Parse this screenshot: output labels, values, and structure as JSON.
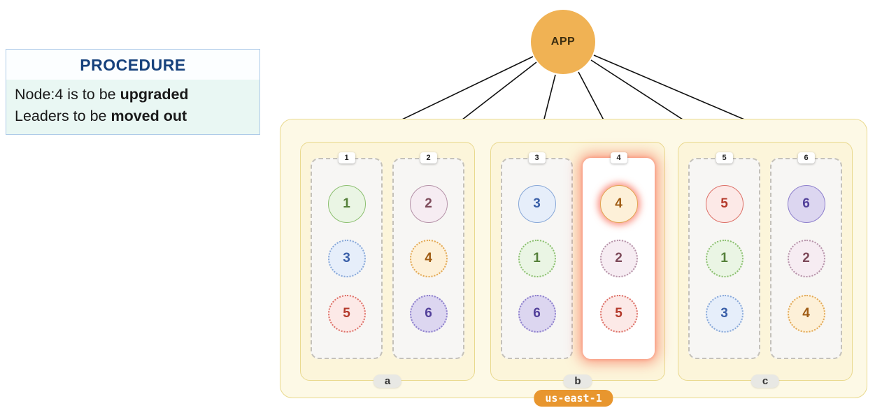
{
  "app": {
    "label": "APP"
  },
  "procedure": {
    "title": "PROCEDURE",
    "lines": [
      {
        "text": "Node:4 is to be ",
        "bold": "upgraded"
      },
      {
        "text": "Leaders to be ",
        "bold": "moved out"
      }
    ]
  },
  "region": {
    "label": "us-east-1",
    "zones": [
      {
        "label": "a",
        "nodes": [
          {
            "badge": "1",
            "highlighted": false,
            "replicas": [
              {
                "label": "1",
                "role": "leader"
              },
              {
                "label": "3",
                "role": "follower"
              },
              {
                "label": "5",
                "role": "follower"
              }
            ]
          },
          {
            "badge": "2",
            "highlighted": false,
            "replicas": [
              {
                "label": "2",
                "role": "leader"
              },
              {
                "label": "4",
                "role": "follower"
              },
              {
                "label": "6",
                "role": "follower"
              }
            ]
          }
        ]
      },
      {
        "label": "b",
        "nodes": [
          {
            "badge": "3",
            "highlighted": false,
            "replicas": [
              {
                "label": "3",
                "role": "leader"
              },
              {
                "label": "1",
                "role": "follower"
              },
              {
                "label": "6",
                "role": "follower"
              }
            ]
          },
          {
            "badge": "4",
            "highlighted": true,
            "replicas": [
              {
                "label": "4",
                "role": "leader"
              },
              {
                "label": "2",
                "role": "follower"
              },
              {
                "label": "5",
                "role": "follower"
              }
            ]
          }
        ]
      },
      {
        "label": "c",
        "nodes": [
          {
            "badge": "5",
            "highlighted": false,
            "replicas": [
              {
                "label": "5",
                "role": "leader"
              },
              {
                "label": "1",
                "role": "follower"
              },
              {
                "label": "3",
                "role": "follower"
              }
            ]
          },
          {
            "badge": "6",
            "highlighted": false,
            "replicas": [
              {
                "label": "6",
                "role": "leader"
              },
              {
                "label": "2",
                "role": "follower"
              },
              {
                "label": "4",
                "role": "follower"
              }
            ]
          }
        ]
      }
    ]
  },
  "colors": {
    "app-fill": "#f0b254",
    "region-bg": "#fdf9e6",
    "region-border": "#e9d98e",
    "region-label-bg": "#e8962e",
    "zone-bg": "#fcf5da",
    "zone-border": "#e9d98e",
    "zone-label-bg": "#e8e8e4",
    "node-border": "#c4c1ba",
    "node-bg": "#f7f6f4",
    "highlight": "#f85c46",
    "procedure-title": "#16417c",
    "procedure-border": "#aecbe8",
    "procedure-body-bg": "#e9f7f3",
    "r1b": "#8cbf70",
    "r1f": "#eaf5e4",
    "r1t": "#55803a",
    "r2b": "#b592a8",
    "r2f": "#f6ecf2",
    "r2t": "#7d4a5a",
    "r3b": "#88a8d8",
    "r3f": "#e6eefa",
    "r3t": "#3a5fa8",
    "r4b": "#e2a855",
    "r4f": "#fdf0d8",
    "r4t": "#a05c14",
    "r5b": "#dd7067",
    "r5f": "#fce9e7",
    "r5t": "#b43a2c",
    "r6b": "#8d7fcc",
    "r6f": "#dcd6f0",
    "r6t": "#52409a"
  }
}
